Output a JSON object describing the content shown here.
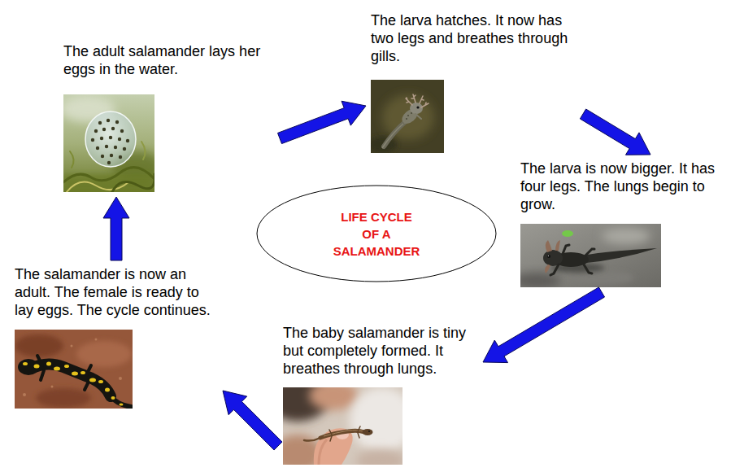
{
  "diagram": {
    "nodes": [
      {
        "text": [
          "The adult salamander lays her eggs in the water."
        ]
      },
      {
        "text": [
          "The larva hatches. It now has two legs and breathes through gills."
        ]
      },
      {
        "text": [
          "The larva is now bigger. It has four legs. The lungs begin to grow."
        ]
      },
      {
        "text": [
          "The baby salamander is tiny but completely formed. It breathes through lungs."
        ]
      },
      {
        "text": [
          "The salamander is now an adult. The female is ready to lay eggs. The cycle continues."
        ]
      },
      {
        "text": [
          "LIFE CYCLE OF A SALAMANDER"
        ]
      }
    ],
    "edges": [
      {
        "from": 0,
        "to": 1,
        "arrow": "to"
      },
      {
        "from": 1,
        "to": 2,
        "arrow": "to"
      },
      {
        "from": 2,
        "to": 3,
        "arrow": "to"
      },
      {
        "from": 3,
        "to": 4,
        "arrow": "to"
      },
      {
        "from": 4,
        "to": 0,
        "arrow": "to"
      }
    ]
  }
}
